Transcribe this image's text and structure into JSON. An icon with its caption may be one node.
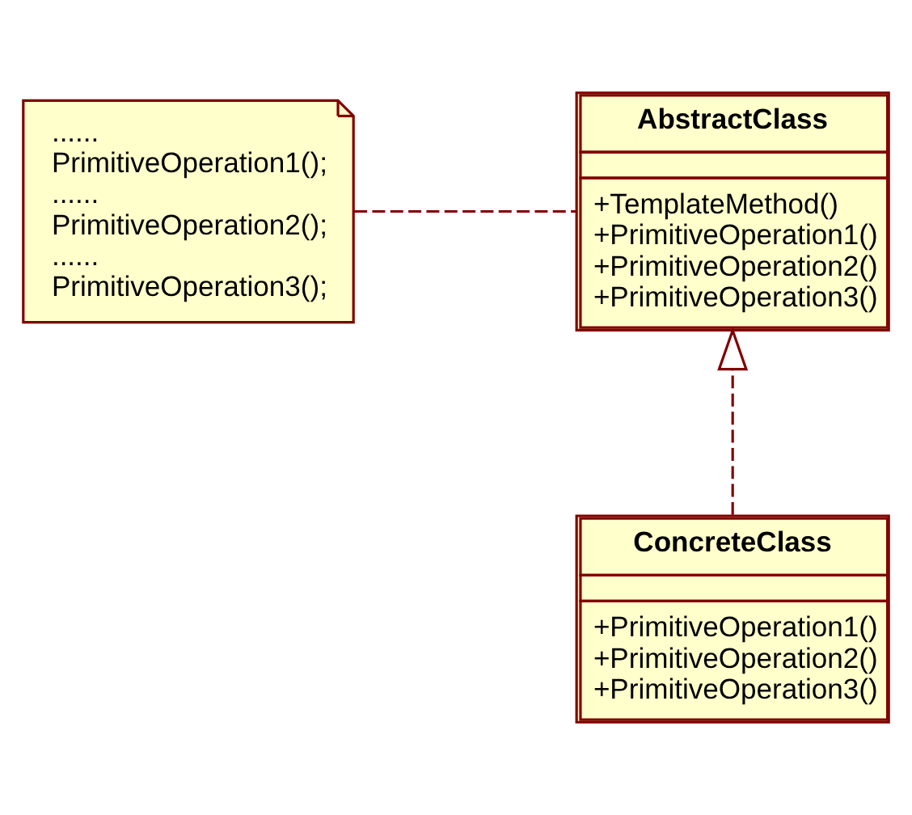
{
  "diagram": {
    "nodes": [
      {
        "text": [
          "......",
          "PrimitiveOperation1();",
          "......",
          "PrimitiveOperation2();",
          "......",
          "PrimitiveOperation3();"
        ]
      },
      {
        "text": [
          "AbstractClass",
          "+TemplateMethod()",
          "+PrimitiveOperation1()",
          "+PrimitiveOperation2()",
          "+PrimitiveOperation3()"
        ]
      },
      {
        "text": [
          "ConcreteClass",
          "+PrimitiveOperation1()",
          "+PrimitiveOperation2()",
          "+PrimitiveOperation3()"
        ]
      }
    ],
    "edges": [
      {
        "from": 0,
        "to": 1,
        "arrow": "none",
        "style": "dashed"
      },
      {
        "from": 2,
        "to": 1,
        "arrow": "to",
        "style": "dashed"
      }
    ]
  }
}
